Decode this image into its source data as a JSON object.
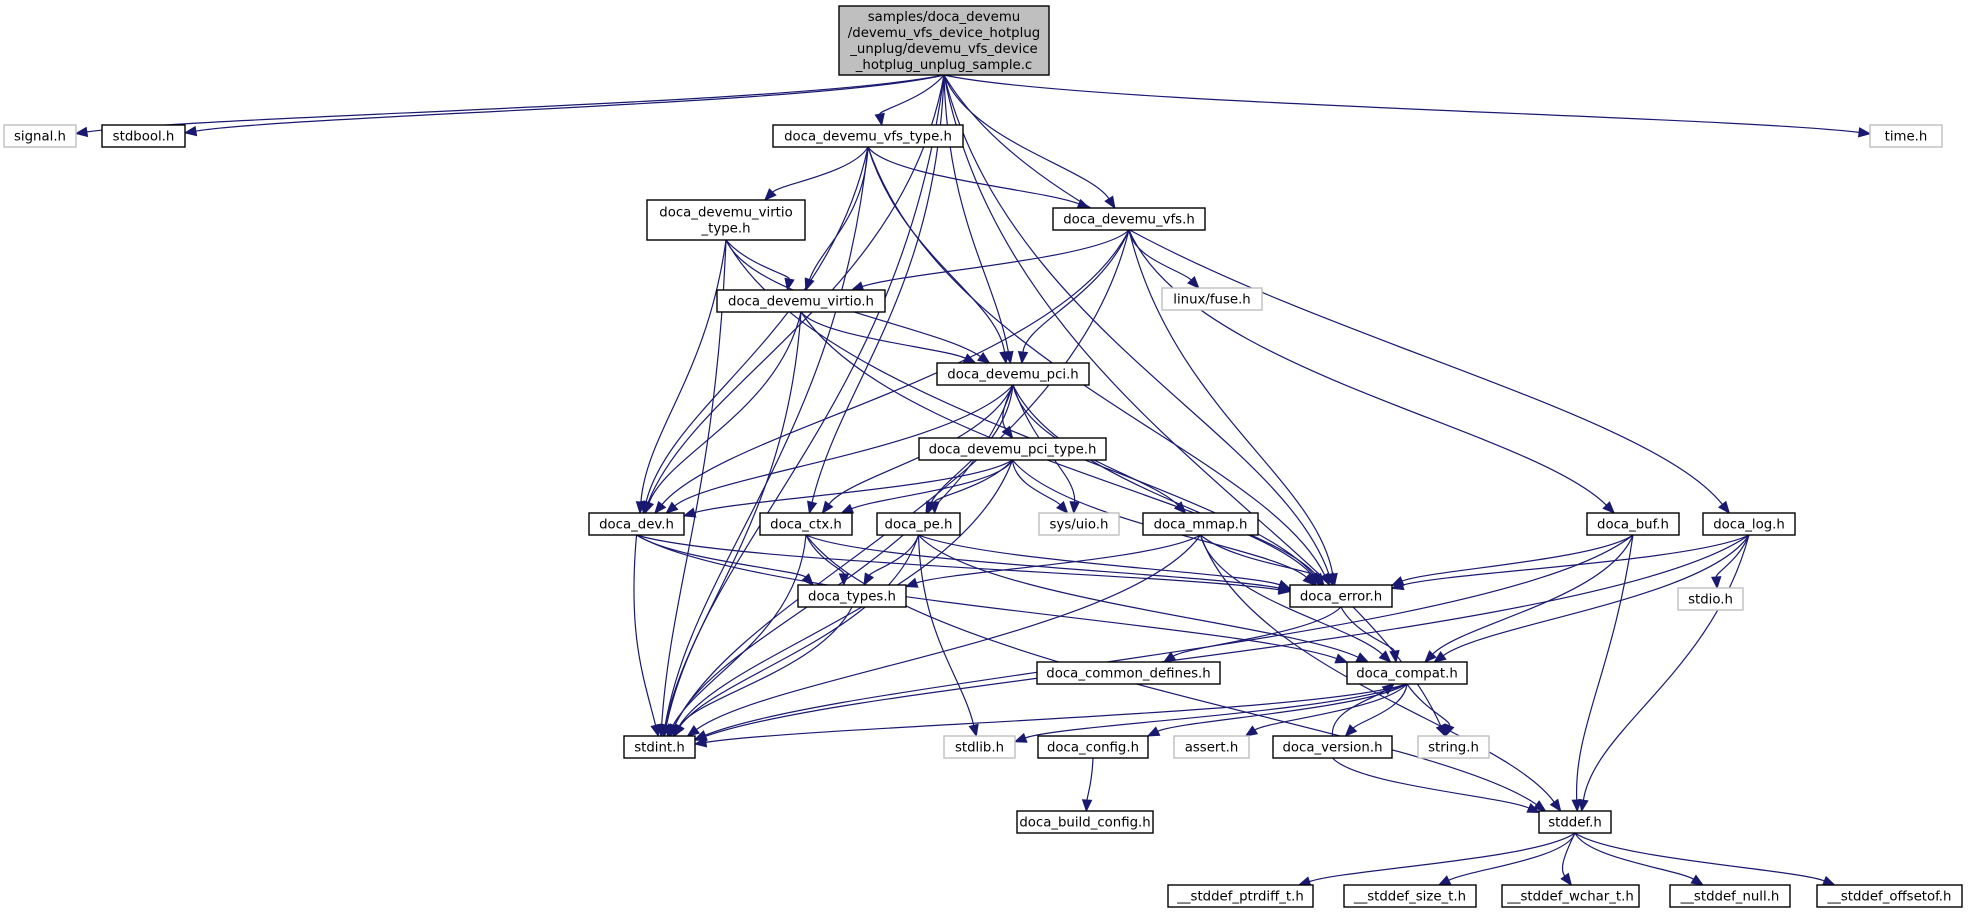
{
  "diagram": {
    "type": "include-dependency-graph",
    "colors": {
      "edge": "#191970",
      "root_fill": "#bfbfbf",
      "node_border": "#000000",
      "external_border": "#bfbfbf",
      "background": "#ffffff"
    },
    "nodes": [
      {
        "id": "root",
        "lines": [
          "samples/doca_devemu",
          "/devemu_vfs_device_hotplug",
          "_unplug/devemu_vfs_device",
          "_hotplug_unplug_sample.c"
        ],
        "kind": "root"
      },
      {
        "id": "signal",
        "lines": [
          "signal.h"
        ],
        "kind": "external"
      },
      {
        "id": "stdbool",
        "lines": [
          "stdbool.h"
        ],
        "kind": "internal"
      },
      {
        "id": "time",
        "lines": [
          "time.h"
        ],
        "kind": "external"
      },
      {
        "id": "vfs_type",
        "lines": [
          "doca_devemu_vfs_type.h"
        ],
        "kind": "internal"
      },
      {
        "id": "virtio_type",
        "lines": [
          "doca_devemu_virtio",
          "_type.h"
        ],
        "kind": "internal"
      },
      {
        "id": "vfs",
        "lines": [
          "doca_devemu_vfs.h"
        ],
        "kind": "internal"
      },
      {
        "id": "fuse",
        "lines": [
          "linux/fuse.h"
        ],
        "kind": "external"
      },
      {
        "id": "virtio",
        "lines": [
          "doca_devemu_virtio.h"
        ],
        "kind": "internal"
      },
      {
        "id": "pci",
        "lines": [
          "doca_devemu_pci.h"
        ],
        "kind": "internal"
      },
      {
        "id": "pci_type",
        "lines": [
          "doca_devemu_pci_type.h"
        ],
        "kind": "internal"
      },
      {
        "id": "dev",
        "lines": [
          "doca_dev.h"
        ],
        "kind": "internal"
      },
      {
        "id": "ctx",
        "lines": [
          "doca_ctx.h"
        ],
        "kind": "internal"
      },
      {
        "id": "pe",
        "lines": [
          "doca_pe.h"
        ],
        "kind": "internal"
      },
      {
        "id": "uio",
        "lines": [
          "sys/uio.h"
        ],
        "kind": "external"
      },
      {
        "id": "mmap",
        "lines": [
          "doca_mmap.h"
        ],
        "kind": "internal"
      },
      {
        "id": "buf",
        "lines": [
          "doca_buf.h"
        ],
        "kind": "internal"
      },
      {
        "id": "log",
        "lines": [
          "doca_log.h"
        ],
        "kind": "internal"
      },
      {
        "id": "types",
        "lines": [
          "doca_types.h"
        ],
        "kind": "internal"
      },
      {
        "id": "error",
        "lines": [
          "doca_error.h"
        ],
        "kind": "internal"
      },
      {
        "id": "stdio",
        "lines": [
          "stdio.h"
        ],
        "kind": "external"
      },
      {
        "id": "common_defines",
        "lines": [
          "doca_common_defines.h"
        ],
        "kind": "internal"
      },
      {
        "id": "compat",
        "lines": [
          "doca_compat.h"
        ],
        "kind": "internal"
      },
      {
        "id": "stdint",
        "lines": [
          "stdint.h"
        ],
        "kind": "internal"
      },
      {
        "id": "stdlib",
        "lines": [
          "stdlib.h"
        ],
        "kind": "external"
      },
      {
        "id": "config",
        "lines": [
          "doca_config.h"
        ],
        "kind": "internal"
      },
      {
        "id": "assert",
        "lines": [
          "assert.h"
        ],
        "kind": "external"
      },
      {
        "id": "version",
        "lines": [
          "doca_version.h"
        ],
        "kind": "internal"
      },
      {
        "id": "string",
        "lines": [
          "string.h"
        ],
        "kind": "external"
      },
      {
        "id": "build_config",
        "lines": [
          "doca_build_config.h"
        ],
        "kind": "internal"
      },
      {
        "id": "stddef",
        "lines": [
          "stddef.h"
        ],
        "kind": "internal"
      },
      {
        "id": "ptrdiff",
        "lines": [
          "__stddef_ptrdiff_t.h"
        ],
        "kind": "internal"
      },
      {
        "id": "size_t",
        "lines": [
          "__stddef_size_t.h"
        ],
        "kind": "internal"
      },
      {
        "id": "wchar_t",
        "lines": [
          "__stddef_wchar_t.h"
        ],
        "kind": "internal"
      },
      {
        "id": "null",
        "lines": [
          "__stddef_null.h"
        ],
        "kind": "internal"
      },
      {
        "id": "offsetof",
        "lines": [
          "__stddef_offsetof.h"
        ],
        "kind": "internal"
      }
    ],
    "edges": [
      [
        "root",
        "signal"
      ],
      [
        "root",
        "stdbool"
      ],
      [
        "root",
        "stdint"
      ],
      [
        "root",
        "dev"
      ],
      [
        "root",
        "ctx"
      ],
      [
        "root",
        "vfs_type"
      ],
      [
        "root",
        "pci"
      ],
      [
        "root",
        "vfs"
      ],
      [
        "root",
        "error"
      ],
      [
        "root",
        "log"
      ],
      [
        "root",
        "string"
      ],
      [
        "root",
        "time"
      ],
      [
        "vfs_type",
        "virtio_type"
      ],
      [
        "vfs_type",
        "virtio"
      ],
      [
        "vfs_type",
        "pci"
      ],
      [
        "vfs_type",
        "vfs"
      ],
      [
        "vfs_type",
        "dev"
      ],
      [
        "vfs_type",
        "stdint"
      ],
      [
        "vfs_type",
        "error"
      ],
      [
        "virtio_type",
        "virtio"
      ],
      [
        "virtio_type",
        "pci"
      ],
      [
        "virtio_type",
        "dev"
      ],
      [
        "virtio_type",
        "stdint"
      ],
      [
        "virtio_type",
        "error"
      ],
      [
        "vfs",
        "virtio"
      ],
      [
        "vfs",
        "pci"
      ],
      [
        "vfs",
        "fuse"
      ],
      [
        "vfs",
        "dev"
      ],
      [
        "vfs",
        "stdint"
      ],
      [
        "vfs",
        "error"
      ],
      [
        "vfs",
        "buf"
      ],
      [
        "virtio",
        "pci"
      ],
      [
        "virtio",
        "dev"
      ],
      [
        "virtio",
        "stdint"
      ],
      [
        "virtio",
        "error"
      ],
      [
        "pci",
        "pci_type"
      ],
      [
        "pci",
        "dev"
      ],
      [
        "pci",
        "ctx"
      ],
      [
        "pci",
        "pe"
      ],
      [
        "pci",
        "uio"
      ],
      [
        "pci",
        "mmap"
      ],
      [
        "pci",
        "stdint"
      ],
      [
        "pci",
        "error"
      ],
      [
        "pci_type",
        "dev"
      ],
      [
        "pci_type",
        "ctx"
      ],
      [
        "pci_type",
        "pe"
      ],
      [
        "pci_type",
        "uio"
      ],
      [
        "pci_type",
        "stdint"
      ],
      [
        "pci_type",
        "error"
      ],
      [
        "dev",
        "types"
      ],
      [
        "dev",
        "stdint"
      ],
      [
        "dev",
        "error"
      ],
      [
        "dev",
        "compat"
      ],
      [
        "ctx",
        "types"
      ],
      [
        "ctx",
        "stdint"
      ],
      [
        "ctx",
        "error"
      ],
      [
        "ctx",
        "stddef"
      ],
      [
        "pe",
        "types"
      ],
      [
        "pe",
        "stdint"
      ],
      [
        "pe",
        "error"
      ],
      [
        "pe",
        "compat"
      ],
      [
        "pe",
        "stdlib"
      ],
      [
        "mmap",
        "types"
      ],
      [
        "mmap",
        "stdint"
      ],
      [
        "mmap",
        "error"
      ],
      [
        "mmap",
        "compat"
      ],
      [
        "mmap",
        "stddef"
      ],
      [
        "buf",
        "error"
      ],
      [
        "buf",
        "compat"
      ],
      [
        "buf",
        "stdint"
      ],
      [
        "buf",
        "stddef"
      ],
      [
        "log",
        "stdio"
      ],
      [
        "log",
        "error"
      ],
      [
        "log",
        "compat"
      ],
      [
        "log",
        "stdint"
      ],
      [
        "log",
        "stddef"
      ],
      [
        "types",
        "stdint"
      ],
      [
        "error",
        "common_defines"
      ],
      [
        "error",
        "compat"
      ],
      [
        "compat",
        "stdint"
      ],
      [
        "compat",
        "stdlib"
      ],
      [
        "compat",
        "config"
      ],
      [
        "compat",
        "assert"
      ],
      [
        "compat",
        "version"
      ],
      [
        "compat",
        "string"
      ],
      [
        "version",
        "compat"
      ],
      [
        "version",
        "stddef"
      ],
      [
        "config",
        "build_config"
      ],
      [
        "stddef",
        "ptrdiff"
      ],
      [
        "stddef",
        "size_t"
      ],
      [
        "stddef",
        "wchar_t"
      ],
      [
        "stddef",
        "null"
      ],
      [
        "stddef",
        "offsetof"
      ]
    ]
  }
}
